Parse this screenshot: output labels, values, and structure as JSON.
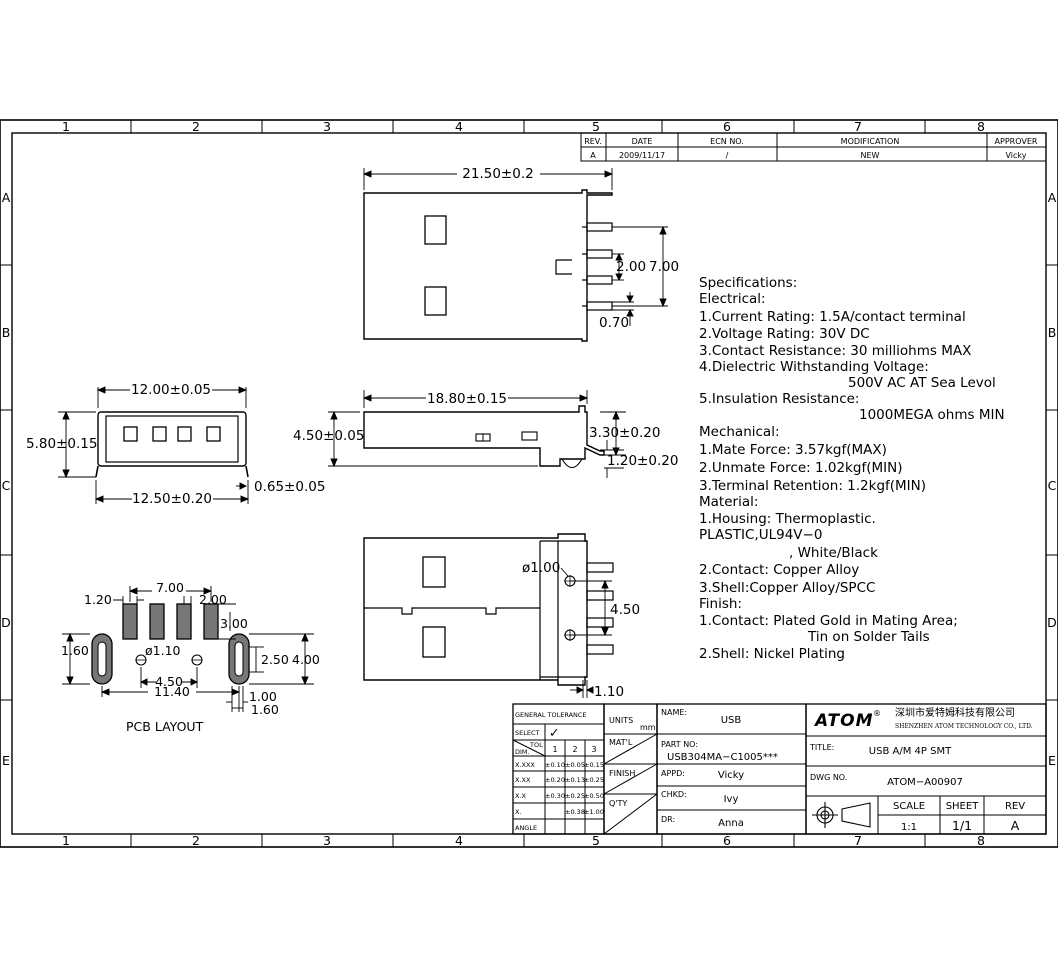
{
  "border": {
    "cols": [
      "1",
      "2",
      "3",
      "4",
      "5",
      "6",
      "7",
      "8"
    ],
    "rows": [
      "A",
      "B",
      "C",
      "D",
      "E"
    ]
  },
  "revision_table": {
    "headers": [
      "REV.",
      "DATE",
      "ECN NO.",
      "MODIFICATION",
      "APPROVER"
    ],
    "row": [
      "A",
      "2009/11/17",
      "/",
      "NEW",
      "Vicky"
    ]
  },
  "dimensions": {
    "top_length": "21.50±0.2",
    "pin_pitch": "2.00",
    "pin_span": "7.00",
    "pin_width": "0.70",
    "front_width": "12.00±0.05",
    "front_height": "5.80±0.15",
    "front_base": "12.50±0.20",
    "tab_thickness": "0.65±0.05",
    "side_length": "18.80±0.15",
    "side_height": "4.50±0.05",
    "side_h1": "3.30±0.20",
    "side_h2": "1.20±0.20",
    "post_dia": "ø1.00",
    "post_pitch": "4.50",
    "tail": "1.10"
  },
  "pcb": {
    "label": "PCB LAYOUT",
    "d_120": "1.20",
    "d_700": "7.00",
    "d_200": "2.00",
    "d_300": "3.00",
    "d_160_left": "1.60",
    "d_110": "ø1.10",
    "d_250": "2.50",
    "d_400": "4.00",
    "d_450": "4.50",
    "d_1140": "11.40",
    "d_100": "1.00",
    "d_160_right": "1.60"
  },
  "specs": {
    "lines": [
      "Specifications:",
      "Electrical:",
      "1.Current  Rating:  1.5A/contact  terminal",
      "2.Voltage  Rating:  30V  DC",
      "3.Contact  Resistance:  30  milliohms  MAX",
      "4.Dielectric  Withstanding  Voltage:",
      "500V  AC  AT  Sea  Levol",
      "5.Insulation  Resistance:",
      "1000MEGA  ohms  MIN",
      "Mechanical:",
      "1.Mate  Force:  3.57kgf(MAX)",
      "2.Unmate  Force:  1.02kgf(MIN)",
      "3.Terminal  Retention:  1.2kgf(MIN)",
      "Material:",
      "1.Housing:  Thermoplastic.",
      "PLASTIC,UL94V−0",
      ",  White/Black",
      "2.Contact:  Copper  Alloy",
      "3.Shell:Copper  Alloy/SPCC",
      "Finish:",
      "1.Contact:  Plated  Gold  in  Mating  Area;",
      "Tin  on  Solder  Tails",
      "2.Shell:  Nickel  Plating"
    ]
  },
  "tolerance": {
    "title": "GENERAL  TOLERANCE",
    "select": "SELECT",
    "check": "✓",
    "tol": "TOL",
    "dim": "DIM.",
    "cols": [
      "1",
      "2",
      "3"
    ],
    "rows": [
      {
        "label": "X.XXX",
        "v": [
          "±0.10",
          "±0.05",
          "±0.15"
        ]
      },
      {
        "label": "X.XX",
        "v": [
          "±0.20",
          "±0.13",
          "±0.25"
        ]
      },
      {
        "label": "X.X",
        "v": [
          "±0.30",
          "±0.25",
          "±0.50"
        ]
      },
      {
        "label": "X.",
        "v": [
          "",
          "±0.38",
          "±1.00"
        ]
      },
      {
        "label": "ANGLE",
        "v": [
          "",
          "",
          ""
        ]
      }
    ]
  },
  "title_block": {
    "units": "UNITS",
    "units_value": "mm",
    "matl": "MAT'L",
    "finish": "FINISH",
    "qty": "Q'TY",
    "name_label": "NAME:",
    "name": "USB",
    "part_label": "PART  NO:",
    "part": "USB304MA−C1005***",
    "appd_label": "APPD:",
    "appd": "Vicky",
    "chkd_label": "CHKD:",
    "chkd": "Ivy",
    "dr_label": "DR:",
    "dr": "Anna",
    "logo": "ATOM",
    "logo_mark": "®",
    "company_cn": "深圳市爱特姆科技有限公司",
    "company_en": "SHENZHEN  ATOM  TECHNOLOGY  CO.,  LTD.",
    "title_label": "TITLE:",
    "title": "USB  A/M  4P  SMT",
    "dwg_label": "DWG  NO.",
    "dwg": "ATOM−A00907",
    "scale_label": "SCALE",
    "scale": "1:1",
    "sheet_label": "SHEET",
    "sheet": "1/1",
    "rev_label": "REV",
    "rev": "A"
  }
}
